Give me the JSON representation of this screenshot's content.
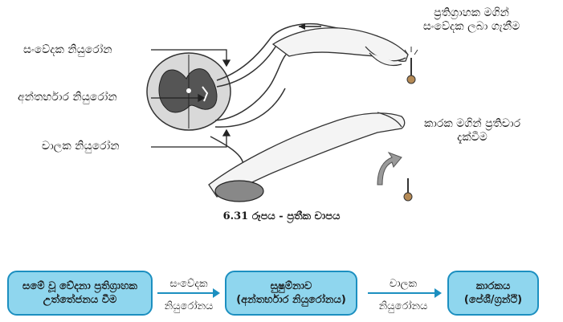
{
  "figure": {
    "labels": {
      "sensory_neuron": "සංවේදක නියුරෝන",
      "interneuron": "අන්තර්භාර නියුරෝන",
      "motor_neuron": "චාලක නියුරෝන",
      "receptor_line1": "ප්‍රතිග්‍රාහක මගින්",
      "receptor_line2": "සංවේදක ලබා ගැනීම",
      "effector_line1": "කාරක මගින් ප්‍රතිචාර",
      "effector_line2": "දැක්වීම"
    },
    "caption": "6.31 රූපය - ප්‍රතීක චාපය"
  },
  "flow": {
    "box1_line1": "සමේ වූ වේදනා ප්‍රතිග්‍රාහක",
    "box1_line2": "උත්තේජනය වීම",
    "conn1_line1": "සංවේදක",
    "conn1_line2": "නියුරෝනය",
    "box2_line1": "සුෂුම්නාව",
    "box2_line2": "(අන්තර්භාර නියුරෝනය)",
    "conn2_line1": "චාලක",
    "conn2_line2": "නියුරෝනය",
    "box3_line1": "කාරකය",
    "box3_line2": "(පේශී/ග්‍රන්ථි)",
    "box_fill": "#8fd6ee",
    "box_border": "#1c8fc0"
  }
}
